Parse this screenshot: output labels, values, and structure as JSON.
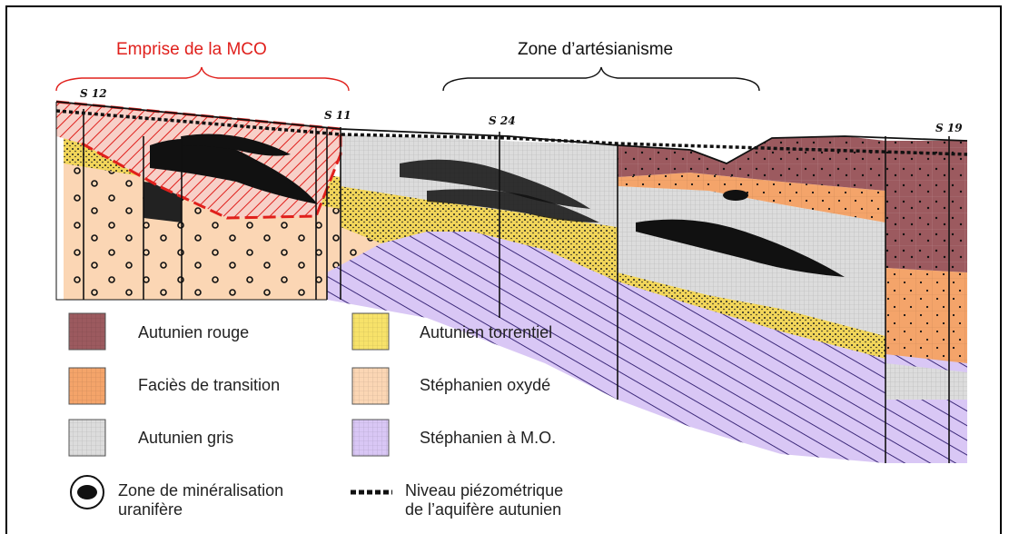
{
  "titles": {
    "mco": "Emprise de la MCO",
    "artesian": "Zone d’artésianisme"
  },
  "boreholes": [
    "S 12",
    "S 11",
    "S 24",
    "S 19"
  ],
  "legend": [
    {
      "label": "Autunien rouge",
      "color": "#9c5a5f",
      "pattern": "grid"
    },
    {
      "label": "Faciès de transition",
      "color": "#f4a46a",
      "pattern": "grid"
    },
    {
      "label": "Autunien gris",
      "color": "#dcdcdc",
      "pattern": "grid"
    },
    {
      "label": "Autunien torrentiel",
      "color": "#f7e26a",
      "pattern": "grid"
    },
    {
      "label": "Stéphanien oxydé",
      "color": "#fbd6b4",
      "pattern": "grid"
    },
    {
      "label": "Stéphanien à M.O.",
      "color": "#d9c7f5",
      "pattern": "grid"
    }
  ],
  "legend_symbols": {
    "mineral": "Zone de minéralisation\nuranifère",
    "piezo": "Niveau   piézométrique\nde l’aquifère autunien"
  },
  "colors": {
    "mco_red": "#e0201c",
    "hatch_purple": "#3c2a7a",
    "rouge": "#9c5a5f",
    "transition": "#f4a46a",
    "gris": "#dcdcdc",
    "torrentiel": "#f2d65a",
    "oxyde": "#fbd6b4",
    "mo": "#d9c7f5"
  }
}
